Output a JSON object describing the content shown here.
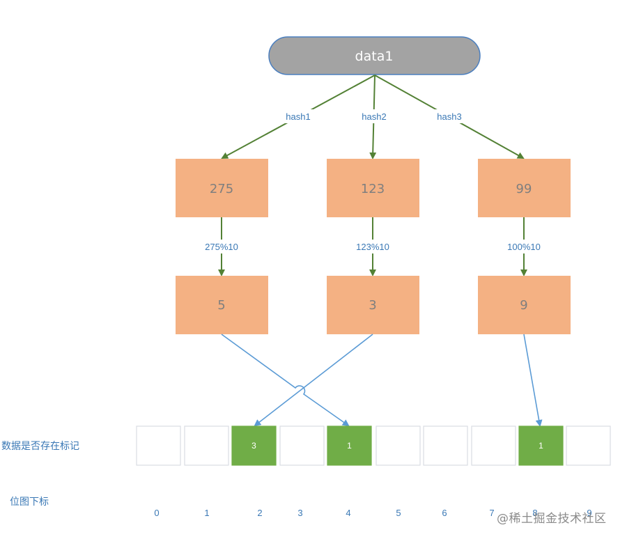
{
  "root": {
    "label": "data1",
    "fill": "#a3a3a3",
    "stroke": "#4b7fbf"
  },
  "hash_labels": [
    "hash1",
    "hash2",
    "hash3"
  ],
  "hash_values": [
    "275",
    "123",
    "99"
  ],
  "mod_labels": [
    "275%10",
    "123%10",
    "100%10"
  ],
  "mod_results": [
    "5",
    "3",
    "9"
  ],
  "box_fill": "#f4b183",
  "box_text_color": "#7f7f7f",
  "arrow_green": "#538135",
  "arrow_blue": "#5b9bd5",
  "bitmap": {
    "label": "数据是否存在标记",
    "index_label": "位图下标",
    "cells": [
      "",
      "",
      "3",
      "",
      "1",
      "",
      "",
      "",
      "1",
      ""
    ],
    "filled_color": "#70ad47",
    "indices": [
      "0",
      "1",
      "2",
      "3",
      "4",
      "5",
      "6",
      "7",
      "8",
      "9"
    ]
  },
  "watermark": "@稀土掘金技术社区"
}
